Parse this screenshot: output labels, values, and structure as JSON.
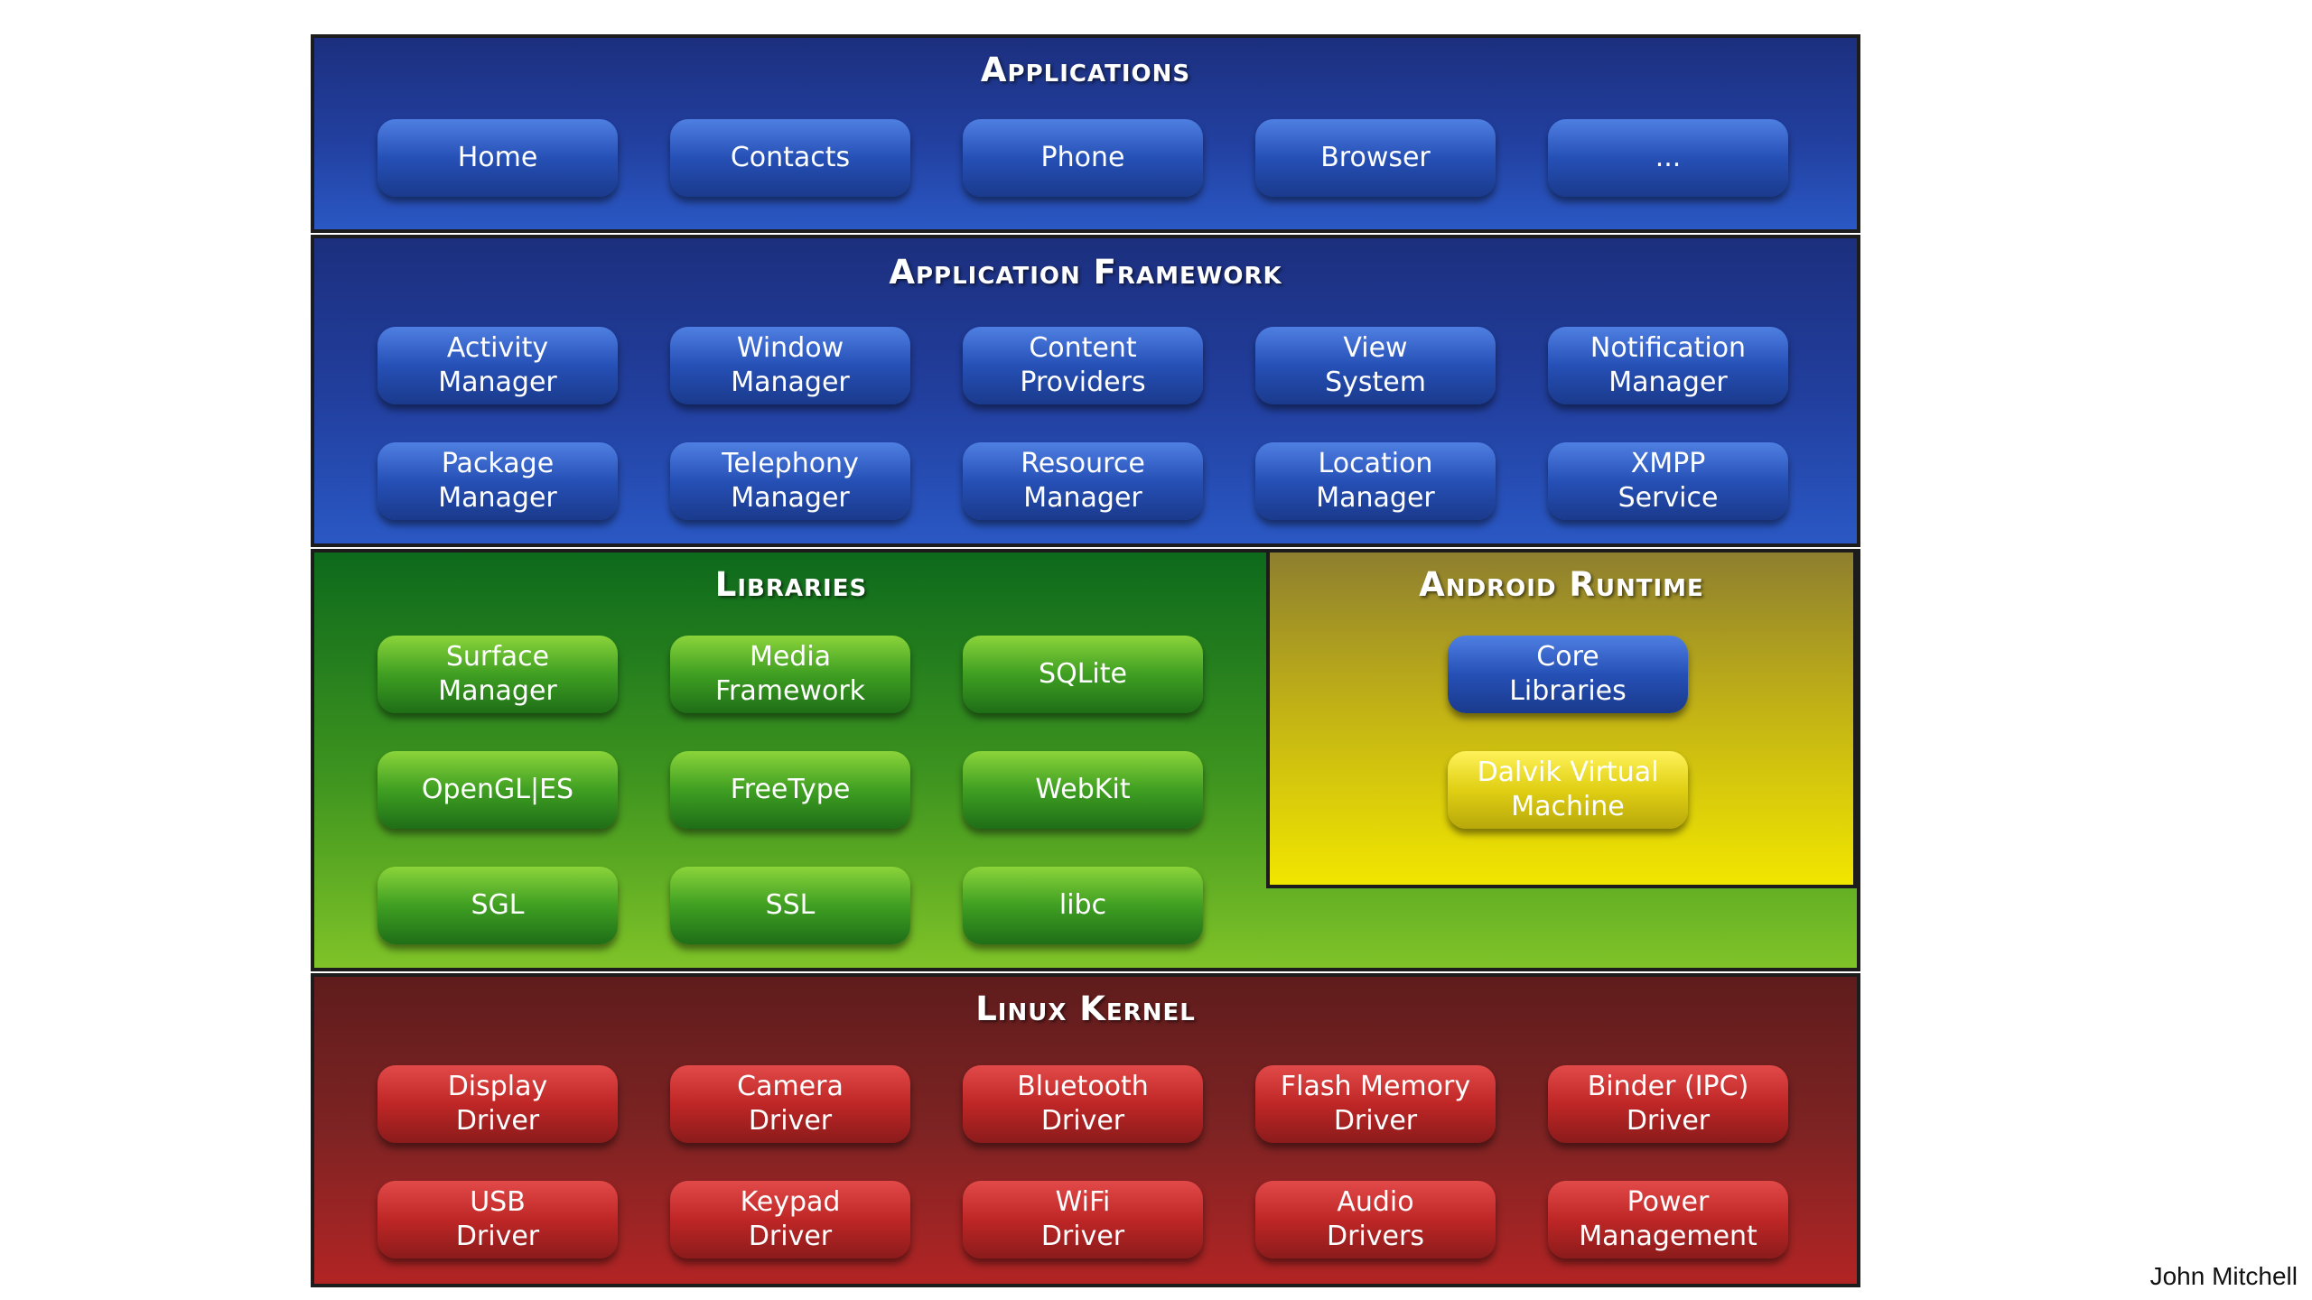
{
  "applications": {
    "title": "Applications",
    "items": [
      "Home",
      "Contacts",
      "Phone",
      "Browser",
      "..."
    ]
  },
  "framework": {
    "title": "Application Framework",
    "items": [
      "Activity\nManager",
      "Window\nManager",
      "Content\nProviders",
      "View\nSystem",
      "Notification\nManager",
      "Package\nManager",
      "Telephony\nManager",
      "Resource\nManager",
      "Location\nManager",
      "XMPP\nService"
    ]
  },
  "libraries": {
    "title": "Libraries",
    "items": [
      "Surface\nManager",
      "Media\nFramework",
      "SQLite",
      "OpenGL|ES",
      "FreeType",
      "WebKit",
      "SGL",
      "SSL",
      "libc"
    ]
  },
  "runtime": {
    "title": "Android Runtime",
    "items": [
      "Core\nLibraries",
      "Dalvik Virtual\nMachine"
    ]
  },
  "kernel": {
    "title": "Linux Kernel",
    "items": [
      "Display\nDriver",
      "Camera\nDriver",
      "Bluetooth\nDriver",
      "Flash Memory\nDriver",
      "Binder (IPC)\nDriver",
      "USB\nDriver",
      "Keypad\nDriver",
      "WiFi\nDriver",
      "Audio\nDrivers",
      "Power\nManagement"
    ]
  },
  "credit": "John Mitchell",
  "colors": {
    "applications": "#2240a0",
    "framework": "#2240a0",
    "libraries": "#3f951f",
    "runtime": "#e0cf13",
    "kernel": "#9b2424"
  }
}
